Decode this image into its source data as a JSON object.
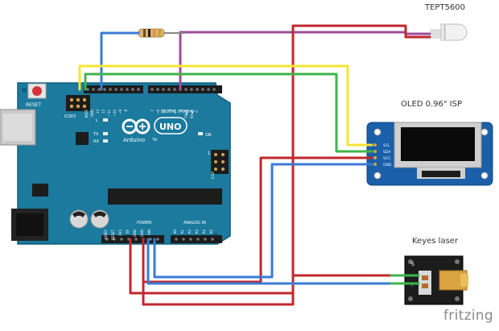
{
  "labels": {
    "sensor": "TEPT5600",
    "oled": "OLED 0.96\" ISP",
    "laser": "Keyes laser",
    "brand": "fritzing"
  },
  "arduino": {
    "reset": "RESET",
    "icsp2": "ICSP2",
    "icsp": "ICSP",
    "uno": "UNO",
    "logo": "Arduino",
    "tm": "TM",
    "l": "L",
    "tx": "TX",
    "rx": "RX",
    "on": "ON",
    "one": "1",
    "digital": "DIGITAL (PWM=~)",
    "power": "POWER",
    "analog": "ANALOG IN",
    "top_pins": [
      "AREF",
      "GND",
      "13",
      "12",
      "~11",
      "~10",
      "~9",
      "8",
      "7",
      "~6",
      "~5",
      "4",
      "~3",
      "2",
      "TX▶1",
      "RX◀0"
    ],
    "bottom_pins": [
      "IOREF",
      "RESET",
      "3V3",
      "5V",
      "GND",
      "GND",
      "VIN",
      "A0",
      "A1",
      "A2",
      "A3",
      "A4",
      "A5"
    ]
  },
  "oled_pins": [
    "SCL",
    "SDA",
    "VCC",
    "GND"
  ],
  "laser_pins": [
    "S",
    "-"
  ],
  "wire_colors": {
    "red": "#c1272d",
    "blue": "#3a7bd5",
    "green": "#3db54a",
    "yellow": "#f5e633",
    "purple": "#9b4d9b",
    "board": "#1b7a9e"
  }
}
